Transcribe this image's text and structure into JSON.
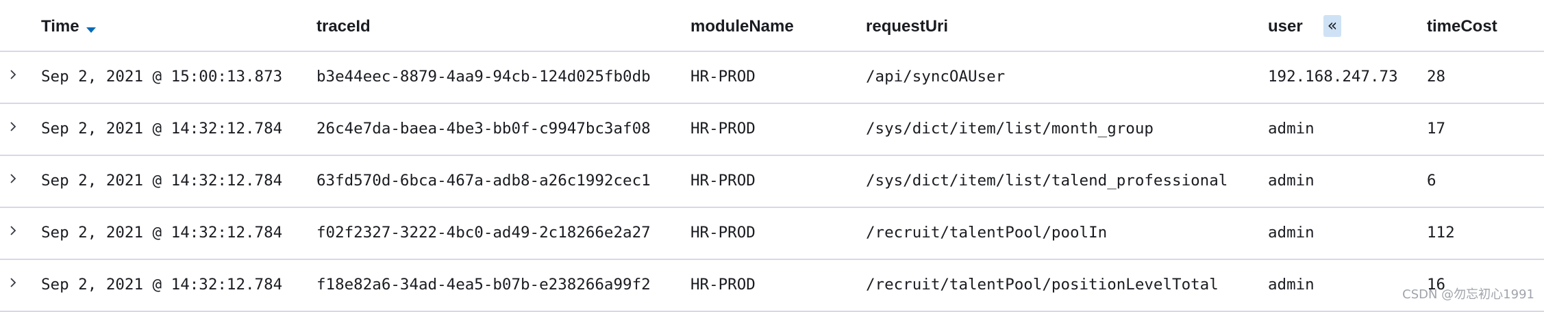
{
  "header": {
    "columns": {
      "time": "Time",
      "traceId": "traceId",
      "moduleName": "moduleName",
      "requestUri": "requestUri",
      "user": "user",
      "timeCost": "timeCost"
    },
    "collapse_glyph": "«"
  },
  "rows": [
    {
      "time": "Sep 2, 2021 @ 15:00:13.873",
      "traceId": "b3e44eec-8879-4aa9-94cb-124d025fb0db",
      "moduleName": "HR-PROD",
      "requestUri": "/api/syncOAUser",
      "user": "192.168.247.73",
      "timeCost": "28"
    },
    {
      "time": "Sep 2, 2021 @ 14:32:12.784",
      "traceId": "26c4e7da-baea-4be3-bb0f-c9947bc3af08",
      "moduleName": "HR-PROD",
      "requestUri": "/sys/dict/item/list/month_group",
      "user": "admin",
      "timeCost": "17"
    },
    {
      "time": "Sep 2, 2021 @ 14:32:12.784",
      "traceId": "63fd570d-6bca-467a-adb8-a26c1992cec1",
      "moduleName": "HR-PROD",
      "requestUri": "/sys/dict/item/list/talend_professional",
      "user": "admin",
      "timeCost": "6"
    },
    {
      "time": "Sep 2, 2021 @ 14:32:12.784",
      "traceId": "f02f2327-3222-4bc0-ad49-2c18266e2a27",
      "moduleName": "HR-PROD",
      "requestUri": "/recruit/talentPool/poolIn",
      "user": "admin",
      "timeCost": "112"
    },
    {
      "time": "Sep 2, 2021 @ 14:32:12.784",
      "traceId": "f18e82a6-34ad-4ea5-b07b-e238266a99f2",
      "moduleName": "HR-PROD",
      "requestUri": "/recruit/talentPool/positionLevelTotal",
      "user": "admin",
      "timeCost": "16"
    }
  ],
  "watermark": "CSDN @勿忘初心1991"
}
